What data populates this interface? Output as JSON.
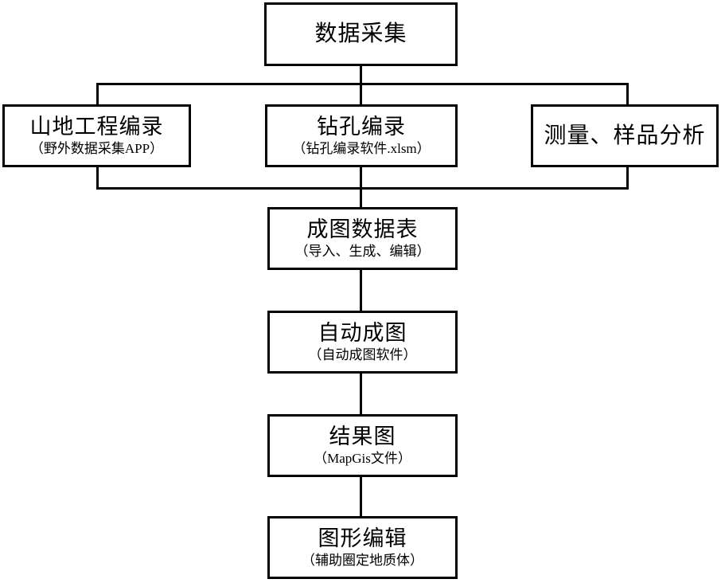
{
  "diagram": {
    "type": "flowchart",
    "orientation": "top-down",
    "line_color": "#000000",
    "box_fill": "#ffffff",
    "nodes": [
      {
        "id": "data-collection",
        "title": "数据采集",
        "subtitle": ""
      },
      {
        "id": "mountain-engineering-logging",
        "title": "山地工程编录",
        "subtitle": "（野外数据采集APP）"
      },
      {
        "id": "drill-hole-logging",
        "title": "钻孔编录",
        "subtitle": "（钻孔编录软件.xlsm）"
      },
      {
        "id": "survey-sample-analysis",
        "title": "测量、样品分析",
        "subtitle": ""
      },
      {
        "id": "mapping-data-table",
        "title": "成图数据表",
        "subtitle": "（导入、生成、编辑）"
      },
      {
        "id": "auto-mapping",
        "title": "自动成图",
        "subtitle": "（自动成图软件）"
      },
      {
        "id": "result-map",
        "title": "结果图",
        "subtitle": "（MapGis文件）"
      },
      {
        "id": "graphic-editing",
        "title": "图形编辑",
        "subtitle": "（辅助圈定地质体）"
      }
    ]
  }
}
